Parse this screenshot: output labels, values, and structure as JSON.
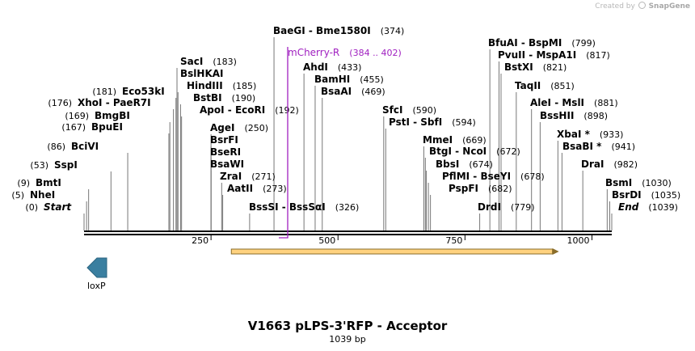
{
  "credit": {
    "prefix": "Created by",
    "brand": "SnapGene"
  },
  "map": {
    "title": "V1663 pLPS-3'RFP - Acceptor",
    "length_label": "1039 bp",
    "length_bp": 1039,
    "ticks": [
      250,
      500,
      750,
      1000
    ],
    "colors": {
      "backbone": "#000000",
      "primer": "#a020c0",
      "orf_fill": "#ffd27f",
      "orf_edge": "#8a6d2b",
      "lox": "#3a7fa0",
      "site_line": "#777777"
    },
    "sites": [
      {
        "pos": "(0)",
        "names": [
          "Start"
        ],
        "italic": true,
        "bp": 0
      },
      {
        "pos": "(5)",
        "names": [
          "NheI"
        ],
        "bp": 5
      },
      {
        "pos": "(9)",
        "names": [
          "BmtI"
        ],
        "bp": 9
      },
      {
        "pos": "(53)",
        "names": [
          "SspI"
        ],
        "bp": 53
      },
      {
        "pos": "(86)",
        "names": [
          "BciVI"
        ],
        "bp": 86
      },
      {
        "pos": "(167)",
        "names": [
          "BpuEI"
        ],
        "bp": 167
      },
      {
        "pos": "(169)",
        "names": [
          "BmgBI"
        ],
        "bp": 169
      },
      {
        "pos": "(176)",
        "names": [
          "XhoI",
          "PaeR7I"
        ],
        "bp": 176
      },
      {
        "pos": "(181)",
        "names": [
          "Eco53kI"
        ],
        "bp": 181
      },
      {
        "pos": "(183)",
        "names": [
          "SacI"
        ],
        "bp": 183
      },
      {
        "pos": "",
        "names": [
          "BslHKAI"
        ],
        "bp": 183
      },
      {
        "pos": "(185)",
        "names": [
          "HindIII"
        ],
        "bp": 185
      },
      {
        "pos": "(190)",
        "names": [
          "BstBI"
        ],
        "bp": 190
      },
      {
        "pos": "(192)",
        "names": [
          "ApoI",
          "EcoRI"
        ],
        "bp": 192
      },
      {
        "pos": "(250)",
        "names": [
          "AgeI"
        ],
        "bp": 250
      },
      {
        "pos": "",
        "names": [
          "BsrFI"
        ],
        "bp": 250
      },
      {
        "pos": "",
        "names": [
          "BseRI"
        ],
        "bp": 250
      },
      {
        "pos": "",
        "names": [
          "BsaWI"
        ],
        "bp": 250
      },
      {
        "pos": "(271)",
        "names": [
          "ZraI"
        ],
        "bp": 271
      },
      {
        "pos": "(273)",
        "names": [
          "AatII"
        ],
        "bp": 273
      },
      {
        "pos": "(326)",
        "names": [
          "BssSI",
          "BssSαI"
        ],
        "bp": 326
      },
      {
        "pos": "(374)",
        "names": [
          "BaeGI",
          "Bme1580I"
        ],
        "bp": 374
      },
      {
        "pos": "(433)",
        "names": [
          "AhdI"
        ],
        "bp": 433
      },
      {
        "pos": "(455)",
        "names": [
          "BamHI"
        ],
        "bp": 455
      },
      {
        "pos": "(469)",
        "names": [
          "BsaAI"
        ],
        "bp": 469
      },
      {
        "pos": "(590)",
        "names": [
          "SfcI"
        ],
        "bp": 590
      },
      {
        "pos": "(594)",
        "names": [
          "PstI",
          "SbfI"
        ],
        "bp": 594
      },
      {
        "pos": "(669)",
        "names": [
          "MmeI"
        ],
        "bp": 669
      },
      {
        "pos": "(672)",
        "names": [
          "BtgI",
          "NcoI"
        ],
        "bp": 672
      },
      {
        "pos": "(674)",
        "names": [
          "BbsI"
        ],
        "bp": 674
      },
      {
        "pos": "(678)",
        "names": [
          "PflMI",
          "BseYI"
        ],
        "bp": 678
      },
      {
        "pos": "(682)",
        "names": [
          "PspFI"
        ],
        "bp": 682
      },
      {
        "pos": "(779)",
        "names": [
          "DrdI"
        ],
        "bp": 779
      },
      {
        "pos": "(799)",
        "names": [
          "BfuAI",
          "BspMI"
        ],
        "bp": 799
      },
      {
        "pos": "(817)",
        "names": [
          "PvuII",
          "MspA1I"
        ],
        "bp": 817
      },
      {
        "pos": "(821)",
        "names": [
          "BstXI"
        ],
        "bp": 821
      },
      {
        "pos": "(851)",
        "names": [
          "TaqII"
        ],
        "bp": 851
      },
      {
        "pos": "(881)",
        "names": [
          "AleI",
          "MslI"
        ],
        "bp": 881
      },
      {
        "pos": "(898)",
        "names": [
          "BssHII"
        ],
        "bp": 898
      },
      {
        "pos": "(933)",
        "names": [
          "XbaI *"
        ],
        "bp": 933
      },
      {
        "pos": "(941)",
        "names": [
          "BsaBI *"
        ],
        "bp": 941
      },
      {
        "pos": "(982)",
        "names": [
          "DraI"
        ],
        "bp": 982
      },
      {
        "pos": "(1030)",
        "names": [
          "BsmI"
        ],
        "bp": 1030
      },
      {
        "pos": "(1035)",
        "names": [
          "BsrDI"
        ],
        "bp": 1035
      },
      {
        "pos": "(1039)",
        "names": [
          "End"
        ],
        "italic": true,
        "bp": 1039
      }
    ],
    "primer": {
      "name": "mCherry-R",
      "range": "(384 .. 402)"
    },
    "orf": {
      "from_bp": 290,
      "to_bp": 935
    },
    "lox": {
      "label": "loxP"
    }
  }
}
